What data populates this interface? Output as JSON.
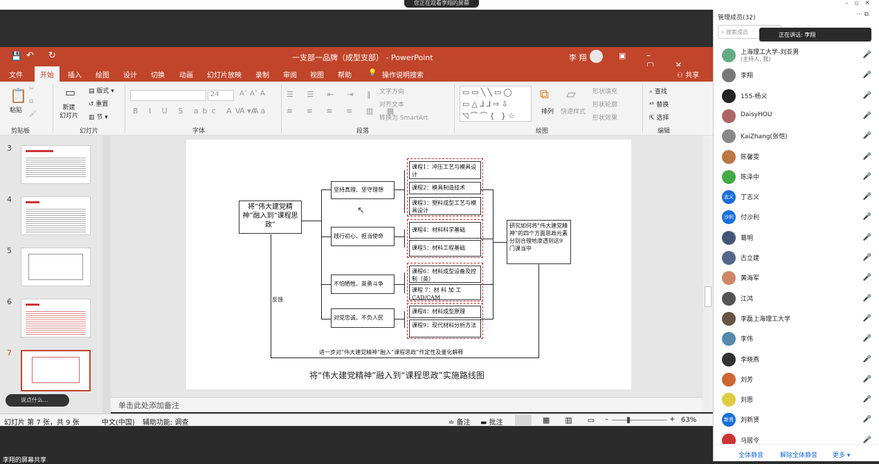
{
  "top": {
    "share_banner": "您正在观看李翔的屏幕",
    "share_label": "李翔的屏幕共享"
  },
  "app": {
    "title": "一支部一品牌（成型支部） - PowerPoint",
    "user": "李 翔",
    "share_btn": "共享"
  },
  "tabs": [
    "文件",
    "开始",
    "插入",
    "绘图",
    "设计",
    "切换",
    "动画",
    "幻灯片放映",
    "录制",
    "审阅",
    "视图",
    "帮助",
    "操作说明搜索"
  ],
  "ribbon": {
    "clipboard": "剪贴板",
    "paste": "粘贴",
    "slides": "幻灯片",
    "new_slide": "新建\n幻灯片",
    "layout": "版式",
    "reset": "重置",
    "section": "节",
    "font": "字体",
    "font_size": "24",
    "paragraph": "段落",
    "text_dir": "文字方向",
    "align_text": "对齐文本",
    "smartart": "转换为 SmartArt",
    "drawing": "绘图",
    "arrange": "排列",
    "quick_styles": "快速样式",
    "shape_fill": "形状填充",
    "shape_outline": "形状轮廓",
    "shape_effects": "形状效果",
    "editing": "编辑",
    "find": "查找",
    "replace": "替换",
    "select": "选择"
  },
  "thumbnails": [
    {
      "num": "3"
    },
    {
      "num": "4"
    },
    {
      "num": "5"
    },
    {
      "num": "6"
    },
    {
      "num": "7"
    }
  ],
  "chat_hint": "说点什么...",
  "slide": {
    "left_box": "将“伟大建党精神”融入到“课程思政”",
    "feedback": "反馈",
    "branches": [
      "坚持真理、坚守理想",
      "践行初心、担当使命",
      "不怕牺牲、英勇斗争",
      "对党忠诚、不负人民"
    ],
    "courses": [
      "课程1：冲压工艺与模具设计",
      "课程2：模具制造技术",
      "课程3：塑料成型工艺与模具设计",
      "课程4：材料科学基础",
      "课程5：材料工程基础",
      "课程6：材料成型设备及控制（英）",
      "课程 7：材 料 加 工 CAD/CAM",
      "课程8：材料成型原理",
      "课程9：现代材料分析方法"
    ],
    "right_box": "研究如何将“伟大建党精神”的四个方面思政元素分别合理地渗透到这9门课当中",
    "bottom_text": "进一步对“伟大建党精神”融入“课程思政”作定性及量化解释",
    "caption": "将“伟大建党精神”融入到“课程思政”实施路线图"
  },
  "notes": "单击此处添加备注",
  "status": {
    "slide": "幻灯片 第 7 张，共 9 张",
    "lang": "中文(中国)",
    "access": "辅助功能: 调查",
    "notes_btn": "备注",
    "comments_btn": "批注",
    "zoom": "63%"
  },
  "panel": {
    "title": "管理成员(32)",
    "search": "搜索成员",
    "speaking": "正在讲话: 李翔",
    "mute_all": "全体静音",
    "unmute_all": "解除全体静音",
    "more": "更多"
  },
  "members": [
    {
      "name": "上海理工大学-刘亚男",
      "sub": "(主持人, 我)",
      "color": "#6a8"
    },
    {
      "name": "李翔",
      "color": "#777"
    },
    {
      "name": "155-杨义",
      "color": "#222"
    },
    {
      "name": "DaisyHOU",
      "color": "#a66"
    },
    {
      "name": "KaiZhang(张恺)",
      "color": "#888"
    },
    {
      "name": "陈馨雯",
      "color": "#b74"
    },
    {
      "name": "陈泽中",
      "color": "#4a4"
    },
    {
      "name": "丁志义",
      "avatar": "志义",
      "color": "#1a6ed8"
    },
    {
      "name": "付沙利",
      "avatar": "沙利",
      "color": "#1a6ed8"
    },
    {
      "name": "葛明",
      "color": "#457"
    },
    {
      "name": "古立建",
      "color": "#568"
    },
    {
      "name": "黄海军",
      "color": "#c86"
    },
    {
      "name": "江鸿",
      "color": "#555"
    },
    {
      "name": "李磊上海理工大学",
      "color": "#654"
    },
    {
      "name": "李伟",
      "color": "#58a"
    },
    {
      "name": "李晓燕",
      "color": "#333"
    },
    {
      "name": "刘芳",
      "color": "#c63"
    },
    {
      "name": "刘恩",
      "color": "#dc4"
    },
    {
      "name": "刘新贤",
      "avatar": "新贤",
      "color": "#1a6ed8"
    },
    {
      "name": "马居令",
      "color": "#c33"
    }
  ]
}
